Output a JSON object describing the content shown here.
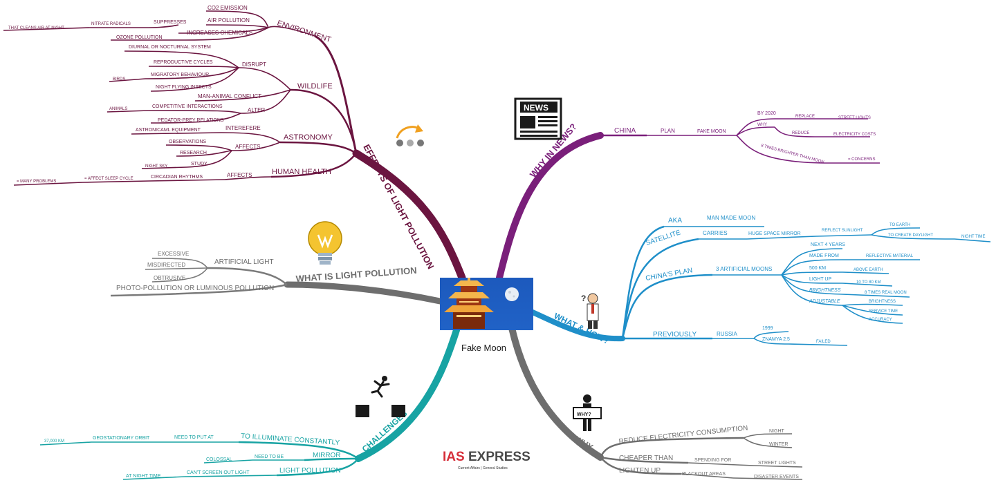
{
  "central": {
    "label": "Fake Moon"
  },
  "logo": {
    "brand_a": "IAS",
    "brand_b": "EXPRESS",
    "tagline": "Current Affairs | General Studies"
  },
  "colors": {
    "effects": "#6b1540",
    "news": "#7a1f7a",
    "what_how": "#1f8fc9",
    "why": "#6e6e6e",
    "challenges": "#17a3a3",
    "what_is": "#7a7a7a",
    "logo_red": "#d62f3a"
  },
  "icons": [
    "newspaper-icon",
    "lightbulb-icon",
    "question-person-icon",
    "why-sign-person-icon",
    "jumping-person-icon",
    "cycle-dots-icon"
  ],
  "branches": {
    "effects": {
      "label": "EFFECTS OF LIGHT POLLUTION",
      "environment": {
        "label": "ENVIRONMENT",
        "co2": "CO2 EMISSION",
        "air_pollution": "AIR POLLUTION",
        "suppresses": "SUPPRESSES",
        "nitrate": "NITRATE RADICALS",
        "cleans": "THAT CLEANS AIR AT NIGHT",
        "increases": "INCREASES CHEMICALS",
        "ozone": "OZONE POLLUTION"
      },
      "wildlife": {
        "label": "WILDLIFE",
        "diurnal": "DIURNAL OR NOCTURNAL SYSTEM",
        "disrupt": "DISRUPT",
        "reproductive": "REPRODUCTIVE CYCLES",
        "migratory": "MIGRATORY BEHAVIOUR",
        "birds": "BIRDS",
        "insects": "NIGHT FLYING INSECTS",
        "conflict": "MAN-ANIMAL CONFLICT",
        "alter": "ALTER",
        "animals": "ANIMALS",
        "competitive": "COMPETITIVE INTERACTIONS",
        "predator": "PEDATOR-PREY RELATIONS"
      },
      "astronomy": {
        "label": "ASTRONOMY",
        "interfere": "INTEREFERE",
        "equipment": "ASTRONICAML EQUIPMENT",
        "affects": "AFFECTS",
        "observations": "OBSERVATIONS",
        "research": "RESEARCH",
        "study": "STUDY",
        "night_sky": "NIGHT SKY"
      },
      "health": {
        "label": "HUMAN HEALTH",
        "affects": "AFFECTS",
        "circadian": "CIRCADIAN RHYTHMS",
        "sleep": "= AFFECT SLEEP CYCLE",
        "problems": "= MANY PROBLEMS"
      }
    },
    "news": {
      "label": "WHY IN NEWS?",
      "china": "CHINA",
      "plan": "PLAN",
      "fake_moon": "FAKE MOON",
      "by2020": "BY 2020",
      "why": "WHY",
      "replace": "REPLACE",
      "street_lights": "STREET LIGHTS",
      "reduce": "REDUCE",
      "electricity": "ELECTRICITY COSTS",
      "brighter": "8 TIMES BRIGHTER THAN MOON",
      "concerns": "= CONCERNS"
    },
    "what_how": {
      "label": "WHAT & HOW?",
      "aka": "AKA",
      "man_made": "MAN MADE MOON",
      "satellite": "SATELLITE",
      "carries": "CARRIES",
      "mirror": "HUGE SPACE MIRROR",
      "reflect": "REFLECT SUNLIGHT",
      "to_earth": "TO EARTH",
      "daylight": "TO CREATE DAYLIGHT",
      "night_time": "NIGHT TIME",
      "chinas_plan": "CHINA'S PLAN",
      "moons": "3 ARTIFICIAL MOONS",
      "next4": "NEXT 4 YEARS",
      "made_from": "MADE FROM",
      "reflective": "REFLECTIVE MATERIAL",
      "km500": "500 KM",
      "above_earth": "ABOVE EARTH",
      "light_up": "LIGHT UP",
      "km10_80": "10 TO 80 KM",
      "brightness": "BRIGHTNESS",
      "times8": "8 TIMES REAL MOON",
      "adjustable": "ADJUSTABLE",
      "adj_brightness": "BRIGHTNESS",
      "service": "SERVICE TIME",
      "accuracy": "ACCURACY",
      "previously": "PREVIOUSLY",
      "russia": "RUSSIA",
      "y1999": "1999",
      "znamya": "ZNAMYA 2.5",
      "failed": "FAILED"
    },
    "why": {
      "label": "WHY",
      "reduce": "REDUCE ELECTRICITY CONSUMPTION",
      "night": "NIGHT",
      "winter": "WINTER",
      "cheaper": "CHEAPER THAN",
      "spending": "SPENDING FOR",
      "street_lights": "STREET LIGHTS",
      "lighten": "LIGHTEN UP",
      "blackout": "BLACKOUT AREAS",
      "disaster": "DISASTER EVENTS"
    },
    "challenges": {
      "label": "CHALLENGES",
      "illuminate": "TO ILLUMINATE CONSTANTLY",
      "need_put": "NEED TO PUT AT",
      "geo": "GEOSTATIONARY ORBIT",
      "km37000": "37,000 KM",
      "mirror": "MIRROR",
      "need_be": "NEED TO BE",
      "colossal": "COLOSSAL",
      "light_pollution": "LIGHT POLLUTION",
      "cant_screen": "CAN'T SCREEN OUT LIGHT",
      "night_time": "AT NIGHT TIME"
    },
    "what_is": {
      "label": "WHAT IS LIGHT POLLUTION",
      "artificial": "ARTIFICIAL LIGHT",
      "excessive": "EXCESSIVE",
      "misdirected": "MISDIRECTED",
      "obtrusive": "OBTRUSIVE",
      "photo": "PHOTO-POLLUTION OR LUMINOUS POLLUTION"
    }
  }
}
